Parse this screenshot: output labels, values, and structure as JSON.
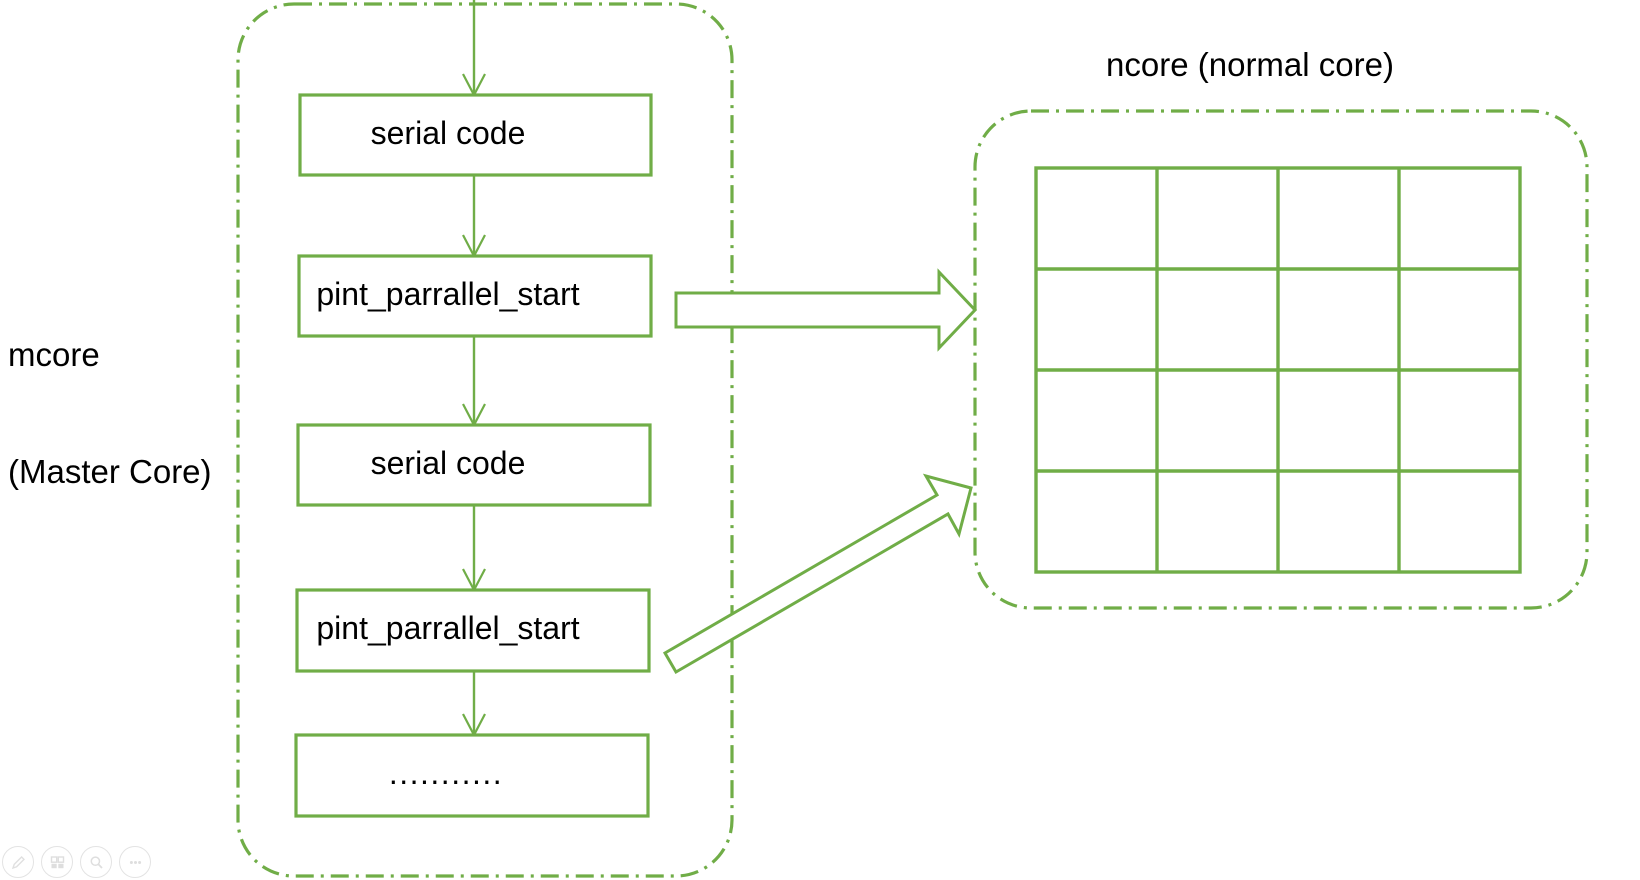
{
  "diagram": {
    "title_left": "mcore\n(Master Core)",
    "title_left_line1": "mcore",
    "title_left_line2": "(Master Core)",
    "title_right": "ncore (normal core)",
    "accent_color": "#70ad47",
    "text_color": "#000000",
    "background": "#ffffff",
    "mcore_flow": [
      {
        "id": "serial-code-1",
        "label": "serial code"
      },
      {
        "id": "pint-parrallel-start-1",
        "label": "pint_parrallel_start"
      },
      {
        "id": "serial-code-2",
        "label": "serial code"
      },
      {
        "id": "pint-parrallel-start-2",
        "label": "pint_parrallel_start"
      },
      {
        "id": "continuation",
        "label": "..........."
      }
    ],
    "ncore_grid": {
      "rows": 4,
      "cols": 4,
      "cells": [
        [
          "",
          "",
          "",
          ""
        ],
        [
          "",
          "",
          "",
          ""
        ],
        [
          "",
          "",
          "",
          ""
        ],
        [
          "",
          "",
          "",
          ""
        ]
      ]
    },
    "connectors": [
      {
        "id": "entry-arrow",
        "from": "top",
        "to": "serial-code-1",
        "style": "thin-line-arrow"
      },
      {
        "id": "serial1-to-pint1",
        "from": "serial-code-1",
        "to": "pint-parrallel-start-1",
        "style": "thin-line-arrow"
      },
      {
        "id": "pint1-to-serial2",
        "from": "pint-parrallel-start-1",
        "to": "serial-code-2",
        "style": "thin-line-arrow"
      },
      {
        "id": "serial2-to-pint2",
        "from": "serial-code-2",
        "to": "pint-parrallel-start-2",
        "style": "thin-line-arrow"
      },
      {
        "id": "pint2-to-dots",
        "from": "pint-parrallel-start-2",
        "to": "continuation",
        "style": "thin-line-arrow"
      },
      {
        "id": "pint1-to-ncore",
        "from": "pint-parrallel-start-1",
        "to": "ncore-grid",
        "style": "hollow-block-arrow-horizontal"
      },
      {
        "id": "pint2-to-ncore",
        "from": "pint-parrallel-start-2",
        "to": "ncore-grid",
        "style": "hollow-block-arrow-diagonal"
      }
    ]
  },
  "toolbar": {
    "icons": [
      {
        "name": "pen-icon",
        "glyph": "pen"
      },
      {
        "name": "layout-icon",
        "glyph": "layout"
      },
      {
        "name": "search-icon",
        "glyph": "magnifier"
      },
      {
        "name": "more-icon",
        "glyph": "ellipsis"
      }
    ]
  }
}
